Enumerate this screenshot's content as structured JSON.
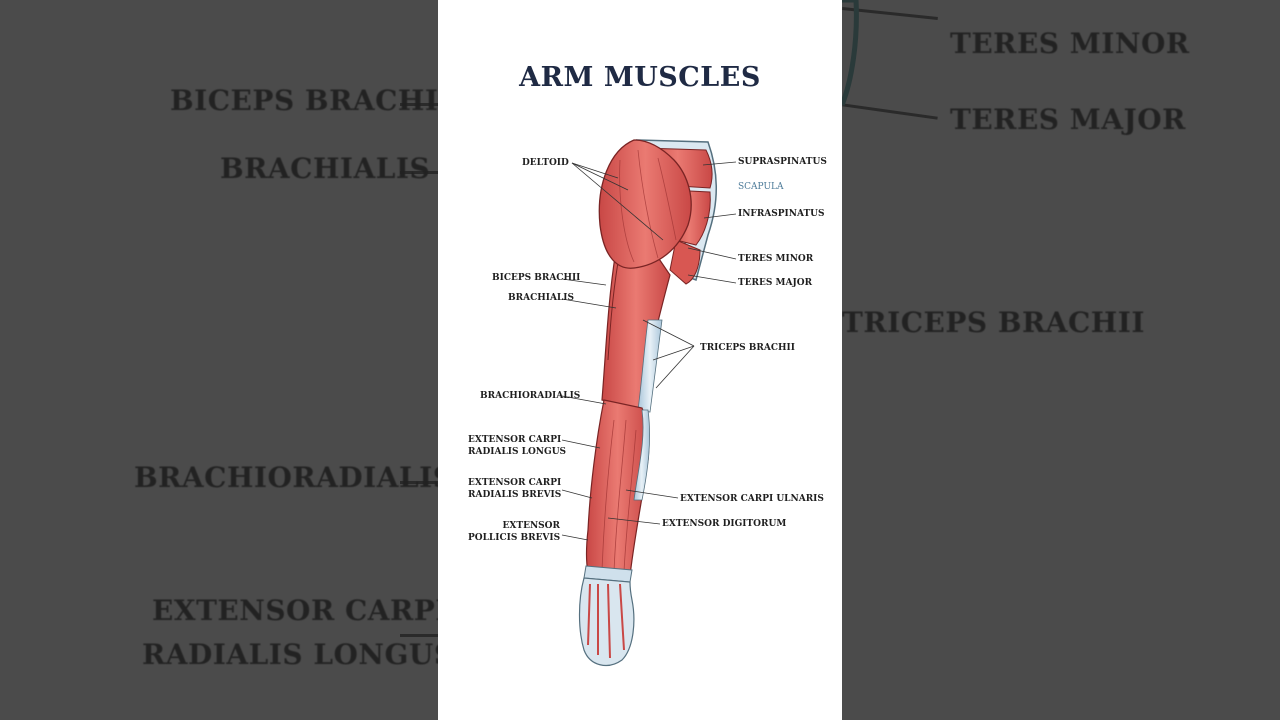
{
  "diagram": {
    "title": "ARM MUSCLES",
    "labels": {
      "deltoid": "DELTOID",
      "supraspinatus": "SUPRASPINATUS",
      "scapula": "SCAPULA",
      "infraspinatus": "INFRASPINATUS",
      "teres_minor": "TERES MINOR",
      "teres_major": "TERES MAJOR",
      "biceps_brachii": "BICEPS BRACHII",
      "brachialis": "BRACHIALIS",
      "triceps_brachii": "TRICEPS BRACHII",
      "brachioradialis": "BRACHIORADIALIS",
      "ecrl_line1": "EXTENSOR CARPI",
      "ecrl_line2": "RADIALIS LONGUS",
      "ecrb_line1": "EXTENSOR CARPI",
      "ecrb_line2": "RADIALIS BREVIS",
      "extensor_carpi_ulnaris": "EXTENSOR CARPI ULNARIS",
      "epb_line1": "EXTENSOR",
      "epb_line2": "POLLICIS BREVIS",
      "extensor_digitorum": "EXTENSOR DIGITORUM"
    }
  },
  "background": {
    "left": {
      "biceps_brachii": "BICEPS BRACHII",
      "brachialis": "BRACHIALIS",
      "brachioradialis": "BRACHIORADIALIS",
      "ecrl_line1": "EXTENSOR CARPI",
      "ecrl_line2": "RADIALIS LONGUS"
    },
    "right": {
      "teres_minor": "TERES MINOR",
      "teres_major": "TERES MAJOR",
      "triceps_brachii": "TRICEPS BRACHII"
    }
  },
  "colors": {
    "muscle": "#e0615c",
    "muscle_dark": "#b83a3a",
    "tendon": "#c9dbe8",
    "title": "#1f2a44"
  }
}
